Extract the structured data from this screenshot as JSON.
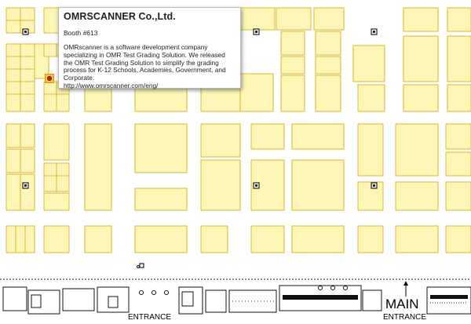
{
  "popup": {
    "company_name": "OMRSCANNER Co.,Ltd.",
    "booth_label": "Booth #613",
    "description": "OMRscanner is a software development company specializing in OMR Test Grading Solution. We released the OMR Test Grading Solution to simplify the grading process for K-12 Schools, Academies, Government, and Corporate.",
    "url": "http://www.omrscanner.com/eng/"
  },
  "map": {
    "entrance_label": "ENTRANCE",
    "main_label": "MAIN",
    "main_entrance_label": "ENTRANCE",
    "booth_fill": "#fdf6b6",
    "booth_stroke": "#d9b72c",
    "marker_color": "#d1151a",
    "marker_icon": "location-dot-icon",
    "pillar_icon": "pillar-icon",
    "arrow_icon": "arrow-up-icon"
  }
}
